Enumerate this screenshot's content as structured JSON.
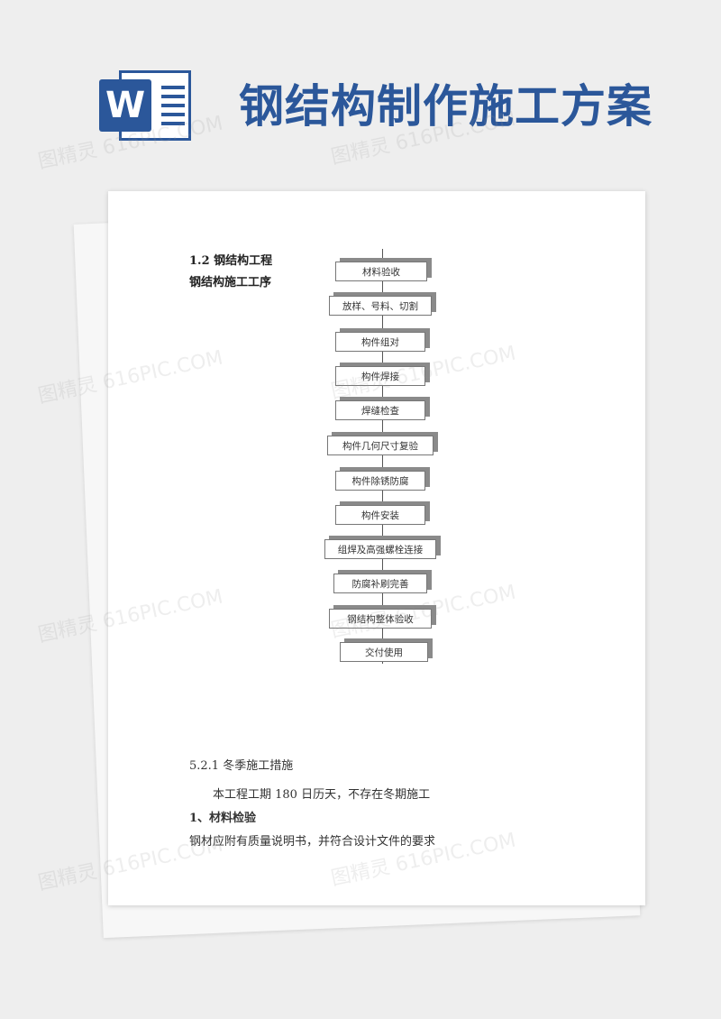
{
  "header": {
    "icon_letter": "W",
    "title": "钢结构制作施工方案"
  },
  "document": {
    "section_heading": "1.2 钢结构工程",
    "sub_heading": "钢结构施工工序",
    "flow_steps": [
      "材料验收",
      "放样、号料、切割",
      "构件组对",
      "构件焊接",
      "焊缝检查",
      "构件几何尺寸复验",
      "构件除锈防腐",
      "构件安装",
      "组焊及高强螺栓连接",
      "防腐补刷完善",
      "钢结构整体验收",
      "交付使用"
    ],
    "winter_heading": "5.2.1 冬季施工措施",
    "winter_text": "本工程工期 180 日历天，不存在冬期施工",
    "material_heading": "1、材料检验",
    "material_text": "钢材应附有质量说明书，并符合设计文件的要求"
  },
  "watermark": "图精灵 616PIC.COM"
}
